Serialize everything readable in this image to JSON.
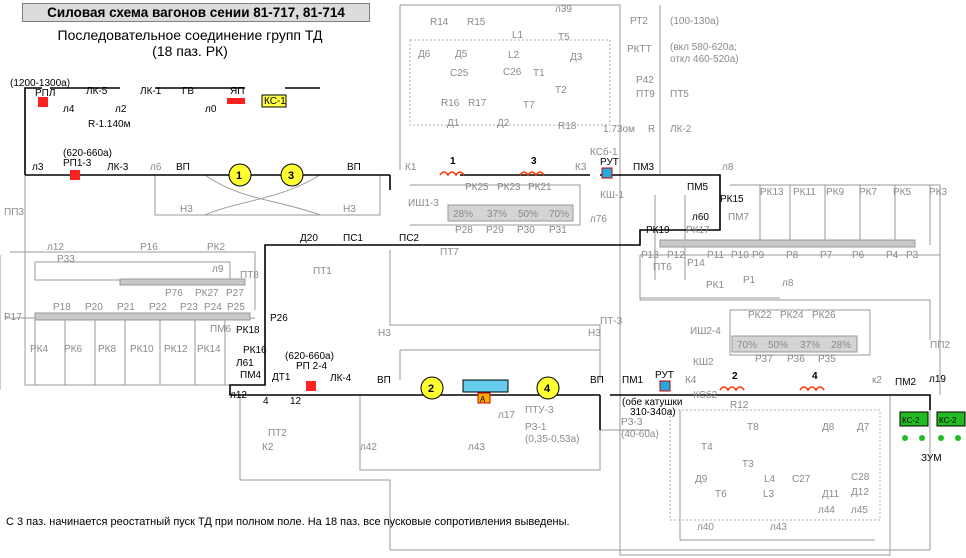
{
  "title": "Силовая схема вагонов сении 81-717, 81-714",
  "subtitle_line1": "Последовательное соединение групп ТД",
  "subtitle_line2": "(18 паз. РК)",
  "note": "С 3 паз. начинается реостатный пуск ТД при полном поле. На 18 паз. все пусковые сопротивления выведены.",
  "colors": {
    "motor": "#ffff33",
    "relay": "#ff2020",
    "coil": "#ff3300",
    "kc": "#ffff44",
    "zum": "#22bb22",
    "resistor": "#c8c8c8",
    "rut": "#22aadd"
  },
  "labels": {
    "rpl_range": "(1200-1300а)",
    "rpl": "РПЛ",
    "lk5": "ЛК-5",
    "lk1": "ЛК-1",
    "gv": "ГВ",
    "yap": "ЯП",
    "kc1": "КС-1",
    "l4": "л4",
    "l2": "л2",
    "l0": "л0",
    "r1140": "R-1.140м",
    "rp13_range": "(620-660а)",
    "rp13": "РП1-3",
    "lk3": "ЛК-3",
    "l3": "л3",
    "l6": "л6",
    "vp_a": "ВП",
    "vp_b": "ВП",
    "m1": "1",
    "m3": "3",
    "n3_a": "Н3",
    "n3_b": "Н3",
    "k1": "К1",
    "k3": "К3",
    "f1": "1",
    "f3": "3",
    "ksh1": "КСб-1",
    "kshone": "КШ-1",
    "rut1": "РУТ",
    "pm3": "ПМ3",
    "l8": "л8",
    "pm5": "ПМ5",
    "pk15": "РК15",
    "l60": "л60",
    "pk19": "РК19",
    "ish13": "ИШ1-3",
    "pk25": "РК25",
    "pk23": "РК23",
    "pk21": "РК21",
    "p28": "28%",
    "p37a": "37%",
    "p50a": "50%",
    "p70a": "70%",
    "r28": "Р28",
    "r29": "Р29",
    "r30": "Р30",
    "r31": "Р31",
    "l76": "л76",
    "r14": "R14",
    "r15": "R15",
    "l39": "л39",
    "l1": "L1",
    "l2c": "L2",
    "t5": "Т5",
    "t1": "Т1",
    "t2": "Т2",
    "t7": "Т7",
    "d6": "Д6",
    "d5": "Д5",
    "d3": "Д3",
    "c25": "С25",
    "c26": "С26",
    "r16": "R16",
    "r17": "R17",
    "d1": "Д1",
    "d2": "Д2",
    "r18": "R18",
    "pt2r": "РТ2",
    "pt2_range": "(100-130а)",
    "rktt": "РКТТ",
    "rktt_on": "(вкл 580-620а;",
    "rktt_off": "откл 460-520а)",
    "p42": "Р42",
    "pt9": "ПТ9",
    "pt5": "ПТ5",
    "r173": "1.73ом",
    "rr": "R",
    "lk2": "ЛК-2",
    "pk13": "РК13",
    "pk11": "РК11",
    "pk9": "РК9",
    "pk7": "РК7",
    "pk5": "РК5",
    "pk3": "РК3",
    "pm7": "ПМ7",
    "pk17": "РК17",
    "p13": "Р13",
    "p12": "Р12",
    "p11": "Р11",
    "p10": "Р10",
    "p9": "Р9",
    "p8": "Р8",
    "p7": "Р7",
    "p6": "Р6",
    "p4": "Р4",
    "p3": "Р3",
    "pt6": "ПТ6",
    "p14": "Р14",
    "l8b": "л8",
    "pk1": "РК1",
    "p1": "Р1",
    "pp3": "ПП3",
    "l12top": "л12",
    "p16": "Р16",
    "pk2": "РК2",
    "p33": "Р33",
    "l9": "л9",
    "pt8": "ПТ8",
    "p76": "Р76",
    "pk27": "РК27",
    "p27": "Р27",
    "p17": "Р17",
    "p18": "Р18",
    "p20": "Р20",
    "p21": "Р21",
    "p22": "Р22",
    "p23": "Р23",
    "p24": "Р24",
    "p25": "Р25",
    "pm6": "ПМ6",
    "pk4": "РК4",
    "pk6": "РК6",
    "pk8": "РК8",
    "pk10": "РК10",
    "pk12": "РК12",
    "pk14": "РК14",
    "d20": "Д20",
    "pc1": "ПС1",
    "pc2": "ПС2",
    "pt7": "ПТ7",
    "pt1": "ПТ1",
    "p26": "Р26",
    "pk18": "РК18",
    "pt3": "ПТ-3",
    "pk16": "РК16",
    "l61": "Л61",
    "pm4": "ПМ4",
    "l12": "л12",
    "dt1": "ДТ1",
    "rp24_range": "(620-660а)",
    "rp24": "РП 2-4",
    "lk4": "ЛК-4",
    "vp_c": "ВП",
    "vp_d": "ВП",
    "n3_c": "Н3",
    "n3_d": "Н3",
    "m2": "2",
    "m4": "4",
    "amp": "А",
    "l17": "л17",
    "pty3": "ПТУ-3",
    "pz1": "РЗ-1",
    "pz1_range": "(0,35-0,53а)",
    "t4": "4",
    "t12": "12",
    "pt2": "ПТ2",
    "k2": "К2",
    "l42": "л42",
    "l43": "л43",
    "pm1": "ПМ1",
    "rut2": "РУТ",
    "rut2_note1": "(обе катушки",
    "rut2_note2": "310-340а)",
    "ish24": "ИШ2-4",
    "ksh2": "КШ2",
    "k4": "К4",
    "ksb2": "КСб2",
    "r12": "R12",
    "pz3": "РЗ-3",
    "pz3_range": "(40-60а)",
    "pk22": "РК22",
    "pk24": "РК24",
    "pk26": "РК26",
    "p70b": "70%",
    "p50b": "50%",
    "p37b": "37%",
    "p28b": "28%",
    "p37": "Р37",
    "p36": "Р36",
    "p35": "Р35",
    "f2": "2",
    "f4": "4",
    "k2b": "к2",
    "pm2": "ПМ2",
    "l19": "л19",
    "pp2": "ПП2",
    "kc2a": "КС-2",
    "kc2b": "КС-2",
    "zum": "ЗУМ",
    "t8": "Т8",
    "d8": "Д8",
    "d7": "Д7",
    "t4c": "Т4",
    "t3": "Т3",
    "d9": "Д9",
    "l4c": "L4",
    "c27": "С27",
    "c28": "С28",
    "t6": "Т6",
    "l3c": "L3",
    "d11": "Д11",
    "d12": "Д12",
    "l44": "л44",
    "l45": "л45",
    "l40": "л40",
    "l43b": "л43"
  }
}
